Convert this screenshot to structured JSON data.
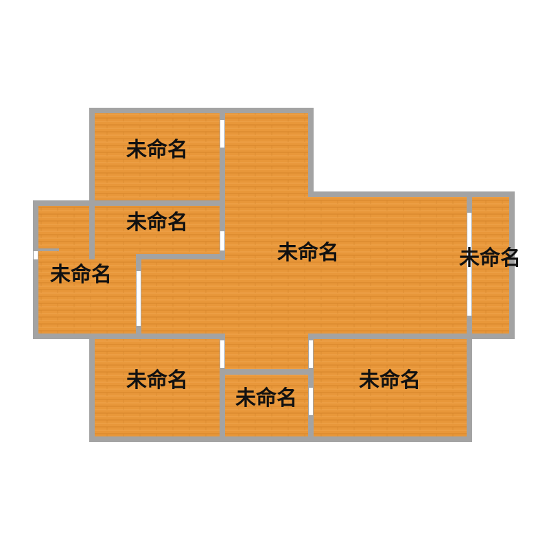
{
  "floorplan": {
    "colors": {
      "wall": "#a3a3a3",
      "floor": "#e8973a",
      "floor_stripe": "#d6842b",
      "door_gap": "#ffffff"
    },
    "rooms": [
      {
        "id": "room-top-left",
        "label": "未命名"
      },
      {
        "id": "room-middle-left",
        "label": "未命名"
      },
      {
        "id": "room-far-left",
        "label": "未命名"
      },
      {
        "id": "room-main",
        "label": "未命名"
      },
      {
        "id": "room-right",
        "label": "未命名"
      },
      {
        "id": "room-bottom-left",
        "label": "未命名"
      },
      {
        "id": "room-bottom-center",
        "label": "未命名"
      },
      {
        "id": "room-bottom-right",
        "label": "未命名"
      }
    ]
  }
}
